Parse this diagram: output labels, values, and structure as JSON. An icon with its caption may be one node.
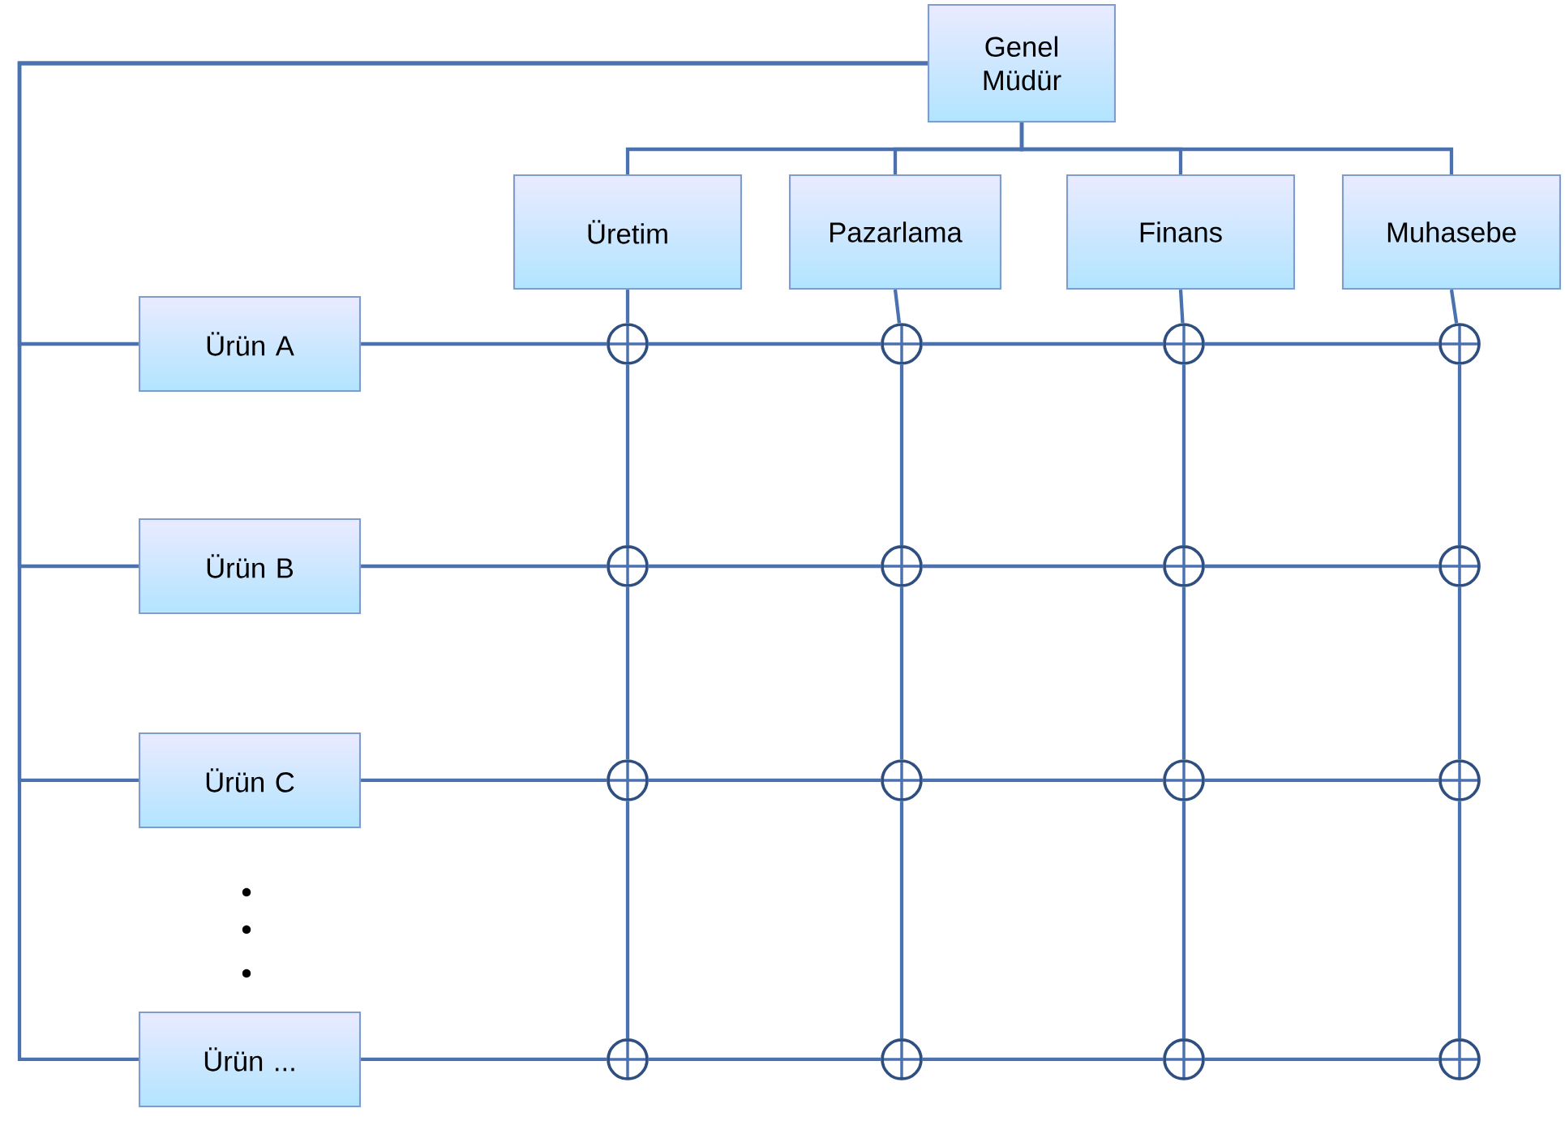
{
  "diagram": {
    "nodes": [
      {
        "text": [
          "Genel Müdür"
        ]
      },
      {
        "text": [
          "Üretim"
        ]
      },
      {
        "text": [
          "Pazarlama"
        ]
      },
      {
        "text": [
          "Finans"
        ]
      },
      {
        "text": [
          "Muhasebe"
        ]
      },
      {
        "text": [
          "Ürün A"
        ]
      },
      {
        "text": [],
        "shape": "circle"
      },
      {
        "text": [],
        "shape": "circle"
      },
      {
        "text": [],
        "shape": "circle"
      },
      {
        "text": [],
        "shape": "circle"
      },
      {
        "text": [
          "Ürün B"
        ]
      },
      {
        "text": [],
        "shape": "circle"
      },
      {
        "text": [],
        "shape": "circle"
      },
      {
        "text": [],
        "shape": "circle"
      },
      {
        "text": [],
        "shape": "circle"
      },
      {
        "text": [
          "Ürün C"
        ]
      },
      {
        "text": [],
        "shape": "circle"
      },
      {
        "text": [],
        "shape": "circle"
      },
      {
        "text": [],
        "shape": "circle"
      },
      {
        "text": [],
        "shape": "circle"
      },
      {
        "text": [
          "Ürün ..."
        ]
      },
      {
        "text": [],
        "shape": "circle"
      },
      {
        "text": [],
        "shape": "circle"
      },
      {
        "text": [],
        "shape": "circle"
      },
      {
        "text": [],
        "shape": "circle"
      }
    ],
    "edges": [
      {
        "from": 0,
        "to": 1,
        "arrow": "none"
      },
      {
        "from": 0,
        "to": 2,
        "arrow": "none"
      },
      {
        "from": 0,
        "to": 3,
        "arrow": "none"
      },
      {
        "from": 0,
        "to": 4,
        "arrow": "none"
      },
      {
        "from": 0,
        "to": 5,
        "arrow": "none"
      },
      {
        "from": 0,
        "to": 10,
        "arrow": "none"
      },
      {
        "from": 0,
        "to": 15,
        "arrow": "none"
      },
      {
        "from": 0,
        "to": 20,
        "arrow": "none"
      },
      {
        "from": 1,
        "to": 6,
        "arrow": "none"
      },
      {
        "from": 2,
        "to": 7,
        "arrow": "none"
      },
      {
        "from": 3,
        "to": 8,
        "arrow": "none"
      },
      {
        "from": 4,
        "to": 9,
        "arrow": "none"
      },
      {
        "from": 6,
        "to": 11,
        "arrow": "none"
      },
      {
        "from": 7,
        "to": 12,
        "arrow": "none"
      },
      {
        "from": 8,
        "to": 13,
        "arrow": "none"
      },
      {
        "from": 9,
        "to": 14,
        "arrow": "none"
      },
      {
        "from": 11,
        "to": 16,
        "arrow": "none"
      },
      {
        "from": 12,
        "to": 17,
        "arrow": "none"
      },
      {
        "from": 13,
        "to": 18,
        "arrow": "none"
      },
      {
        "from": 14,
        "to": 19,
        "arrow": "none"
      },
      {
        "from": 16,
        "to": 21,
        "arrow": "none"
      },
      {
        "from": 17,
        "to": 22,
        "arrow": "none"
      },
      {
        "from": 18,
        "to": 23,
        "arrow": "none"
      },
      {
        "from": 19,
        "to": 24,
        "arrow": "none"
      },
      {
        "from": 5,
        "to": 6,
        "arrow": "none"
      },
      {
        "from": 6,
        "to": 7,
        "arrow": "none"
      },
      {
        "from": 7,
        "to": 8,
        "arrow": "none"
      },
      {
        "from": 8,
        "to": 9,
        "arrow": "none"
      },
      {
        "from": 10,
        "to": 11,
        "arrow": "none"
      },
      {
        "from": 11,
        "to": 12,
        "arrow": "none"
      },
      {
        "from": 12,
        "to": 13,
        "arrow": "none"
      },
      {
        "from": 13,
        "to": 14,
        "arrow": "none"
      },
      {
        "from": 15,
        "to": 16,
        "arrow": "none"
      },
      {
        "from": 16,
        "to": 17,
        "arrow": "none"
      },
      {
        "from": 17,
        "to": 18,
        "arrow": "none"
      },
      {
        "from": 18,
        "to": 19,
        "arrow": "none"
      },
      {
        "from": 20,
        "to": 21,
        "arrow": "none"
      },
      {
        "from": 21,
        "to": 22,
        "arrow": "none"
      },
      {
        "from": 22,
        "to": 23,
        "arrow": "none"
      },
      {
        "from": 23,
        "to": 24,
        "arrow": "none"
      }
    ]
  }
}
